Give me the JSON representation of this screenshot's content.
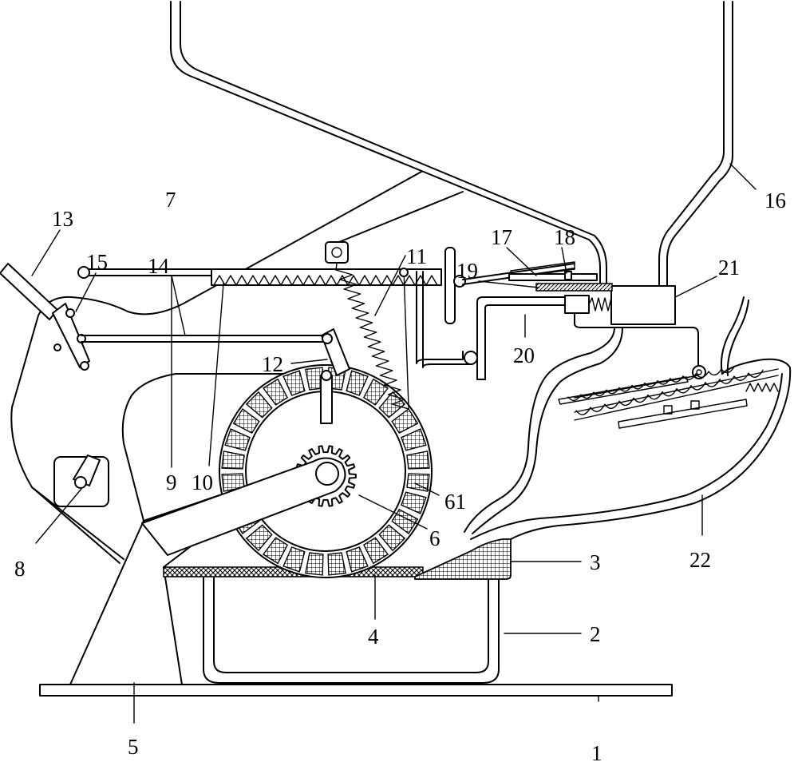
{
  "figure": {
    "labels": [
      {
        "id": "1",
        "text": "1"
      },
      {
        "id": "2",
        "text": "2"
      },
      {
        "id": "3",
        "text": "3"
      },
      {
        "id": "4",
        "text": "4"
      },
      {
        "id": "5",
        "text": "5"
      },
      {
        "id": "6",
        "text": "6"
      },
      {
        "id": "61",
        "text": "61"
      },
      {
        "id": "7",
        "text": "7"
      },
      {
        "id": "8",
        "text": "8"
      },
      {
        "id": "9",
        "text": "9"
      },
      {
        "id": "10",
        "text": "10"
      },
      {
        "id": "11",
        "text": "11"
      },
      {
        "id": "12",
        "text": "12"
      },
      {
        "id": "13",
        "text": "13"
      },
      {
        "id": "14",
        "text": "14"
      },
      {
        "id": "15",
        "text": "15"
      },
      {
        "id": "16",
        "text": "16"
      },
      {
        "id": "17",
        "text": "17"
      },
      {
        "id": "18",
        "text": "18"
      },
      {
        "id": "19",
        "text": "19"
      },
      {
        "id": "20",
        "text": "20"
      },
      {
        "id": "21",
        "text": "21"
      },
      {
        "id": "22",
        "text": "22"
      }
    ]
  }
}
